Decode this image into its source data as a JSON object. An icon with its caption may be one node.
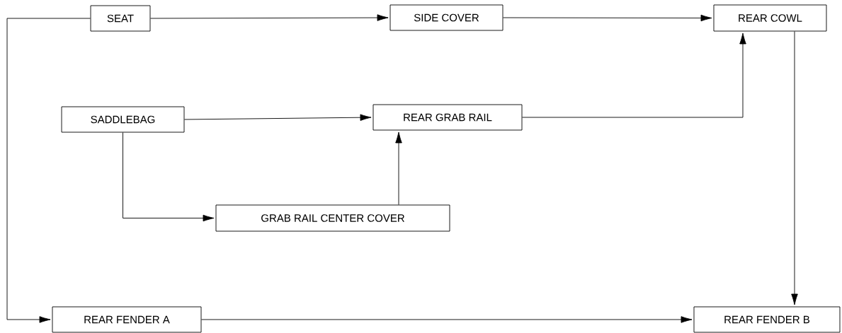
{
  "diagram": {
    "nodes": [
      {
        "text": [
          "SEAT"
        ]
      },
      {
        "text": [
          "SIDE COVER"
        ]
      },
      {
        "text": [
          "REAR COWL"
        ]
      },
      {
        "text": [
          "SADDLEBAG"
        ]
      },
      {
        "text": [
          "REAR GRAB RAIL"
        ]
      },
      {
        "text": [
          "GRAB RAIL CENTER COVER"
        ]
      },
      {
        "text": [
          "REAR FENDER A"
        ]
      },
      {
        "text": [
          "REAR FENDER B"
        ]
      }
    ],
    "edges": [
      {
        "from": 0,
        "to": 1,
        "arrow": "to"
      },
      {
        "from": 1,
        "to": 2,
        "arrow": "to"
      },
      {
        "from": 0,
        "to": 6,
        "arrow": "to"
      },
      {
        "from": 3,
        "to": 4,
        "arrow": "to"
      },
      {
        "from": 3,
        "to": 5,
        "arrow": "to"
      },
      {
        "from": 5,
        "to": 4,
        "arrow": "to"
      },
      {
        "from": 4,
        "to": 2,
        "arrow": "to"
      },
      {
        "from": 2,
        "to": 7,
        "arrow": "to"
      },
      {
        "from": 6,
        "to": 7,
        "arrow": "to"
      }
    ]
  }
}
